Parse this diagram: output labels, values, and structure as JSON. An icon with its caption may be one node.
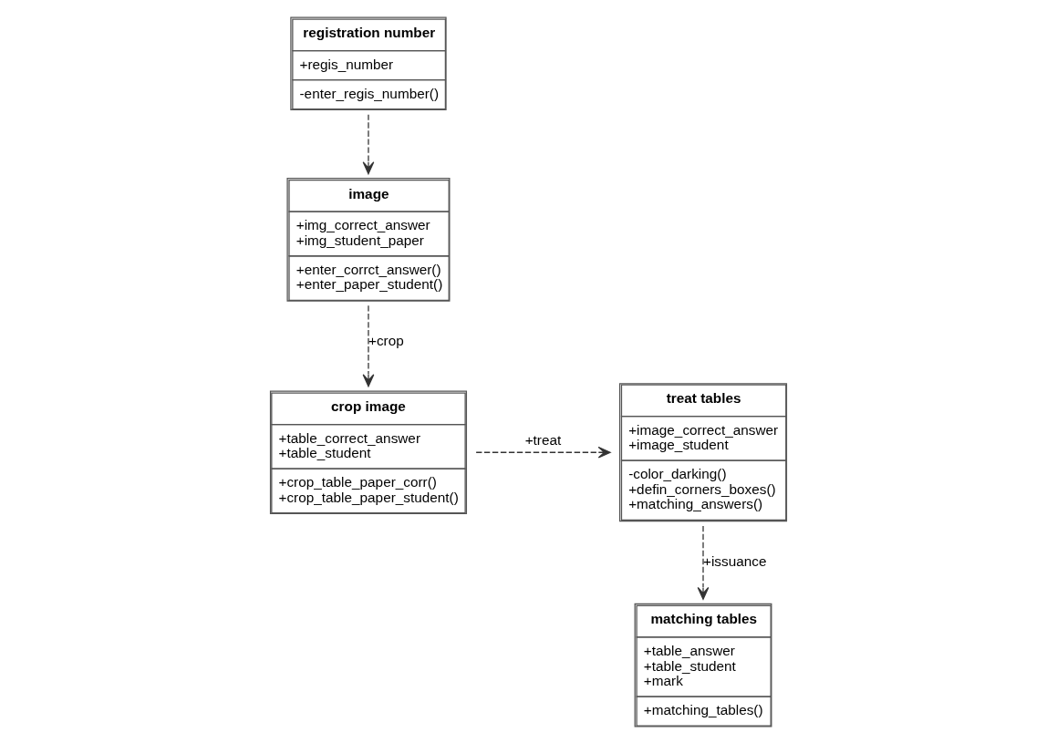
{
  "diagram": {
    "nodes": [
      {
        "text": [
          "registration number",
          "+regis_number",
          "-enter_regis_number()"
        ]
      },
      {
        "text": [
          "image",
          "+img_correct_answer +img_student_paper",
          "+enter_corrct_answer() +enter_paper_student()"
        ]
      },
      {
        "text": [
          "matching tables",
          "+table_answer +table_student +mark",
          "+matching_tables()"
        ]
      },
      {
        "text": [
          "crop image",
          "+table_correct_answer +table_student",
          "+crop_table_paper_corr() +crop_table_paper_student()"
        ]
      },
      {
        "text": [
          "treat tables",
          "+image_correct_answer +image_student",
          "-color_darking() +defin_corners_boxes() +matching_answers()"
        ]
      }
    ],
    "edges": [
      {
        "from": 0,
        "to": 1,
        "arrow": "to",
        "style": "dashed"
      },
      {
        "from": 1,
        "to": 3,
        "arrow": "to",
        "style": "dashed",
        "label": "+crop"
      },
      {
        "from": 3,
        "to": 4,
        "arrow": "to",
        "style": "dashed",
        "label": "+treat"
      },
      {
        "from": 4,
        "to": 2,
        "arrow": "to",
        "style": "dashed",
        "label": "+issuance"
      }
    ]
  }
}
